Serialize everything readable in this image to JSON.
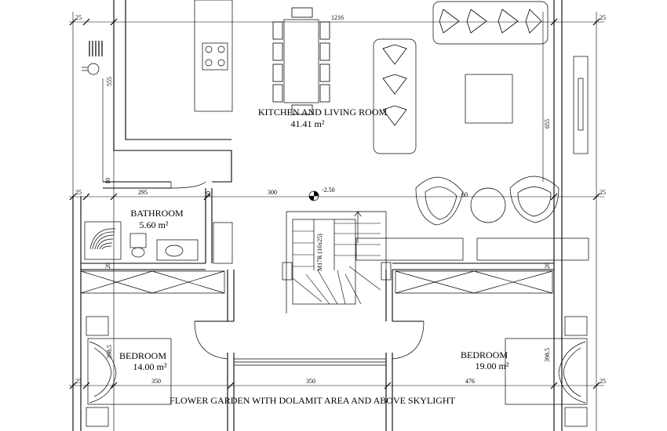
{
  "rooms": {
    "kitchen_name": "KITCHEN AND LIVING ROOM",
    "kitchen_area": "41.41 m²",
    "bathroom_name": "BATHROOM",
    "bathroom_area": "5.60 m²",
    "bedroom_left_name": "BEDROOM",
    "bedroom_left_area": "14.00 m²",
    "bedroom_right_name": "BEDROOM",
    "bedroom_right_area": "19.00 m²",
    "garden": "FLOWER GARDEN WITH DOLAMIT AREA AND ABOVE SKYLIGHT"
  },
  "dimensions": {
    "top_left": "25",
    "top_right": "25",
    "top_span": "1216",
    "kitchen_height": "555",
    "living_height": "655",
    "wall_10": "10",
    "wall_10b": "10",
    "mid_left": "25",
    "mid_295": "295",
    "mid_300": "300",
    "mid_right": "25",
    "level": "-2.50",
    "stair_note": "M17R (16x25)",
    "bath_20": "20",
    "right_20": "20",
    "round_60": "60",
    "bed_left_h": "398.5",
    "bed_right_h": "398.5",
    "bot_left": "25",
    "bot_350a": "350",
    "bot_350b": "350",
    "bot_476": "476",
    "bot_right": "25"
  }
}
